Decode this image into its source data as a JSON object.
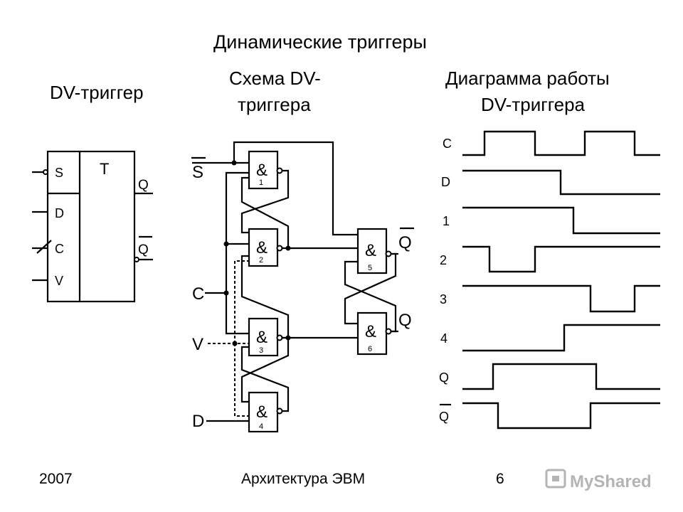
{
  "title": "Динамические триггеры",
  "sections": {
    "dv_trigger": "DV-триггер",
    "schema_line1": "Схема DV-",
    "schema_line2": "триггера",
    "diagram_line1": "Диаграмма работы",
    "diagram_line2": "DV-триггера"
  },
  "symbol": {
    "type_label": "T",
    "inputs": [
      "S",
      "C",
      "D",
      "V"
    ],
    "outputs": [
      "Q",
      "Q"
    ]
  },
  "schematic": {
    "gate_label": "&",
    "gate_numbers": [
      "1",
      "2",
      "3",
      "4",
      "5",
      "6"
    ],
    "inputs": [
      "S",
      "C",
      "V",
      "D"
    ],
    "outputs": [
      "Q",
      "Q"
    ]
  },
  "timing": {
    "signals": [
      "C",
      "D",
      "1",
      "2",
      "3",
      "4",
      "Q",
      "Q"
    ]
  },
  "footer": {
    "year": "2007",
    "course": "Архитектура ЭВМ",
    "page": "6"
  },
  "watermark": "MyShared"
}
